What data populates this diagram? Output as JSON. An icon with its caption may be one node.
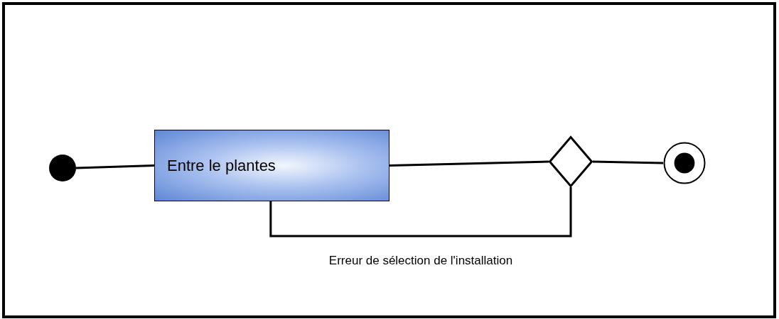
{
  "diagram": {
    "nodes": [
      {
        "text": [],
        "shape": "circle"
      },
      {
        "text": [
          "Entre le plantes"
        ]
      },
      {
        "text": [],
        "shape": "diamond"
      },
      {
        "text": [],
        "shape": "circle"
      }
    ],
    "edges": [
      {
        "from": 0,
        "to": 1,
        "arrow": "none"
      },
      {
        "from": 1,
        "to": 2,
        "arrow": "none"
      },
      {
        "from": 2,
        "to": 3,
        "arrow": "none"
      },
      {
        "from": 2,
        "to": 1,
        "arrow": "none",
        "label": "Erreur de sélection de l'installation"
      }
    ]
  }
}
